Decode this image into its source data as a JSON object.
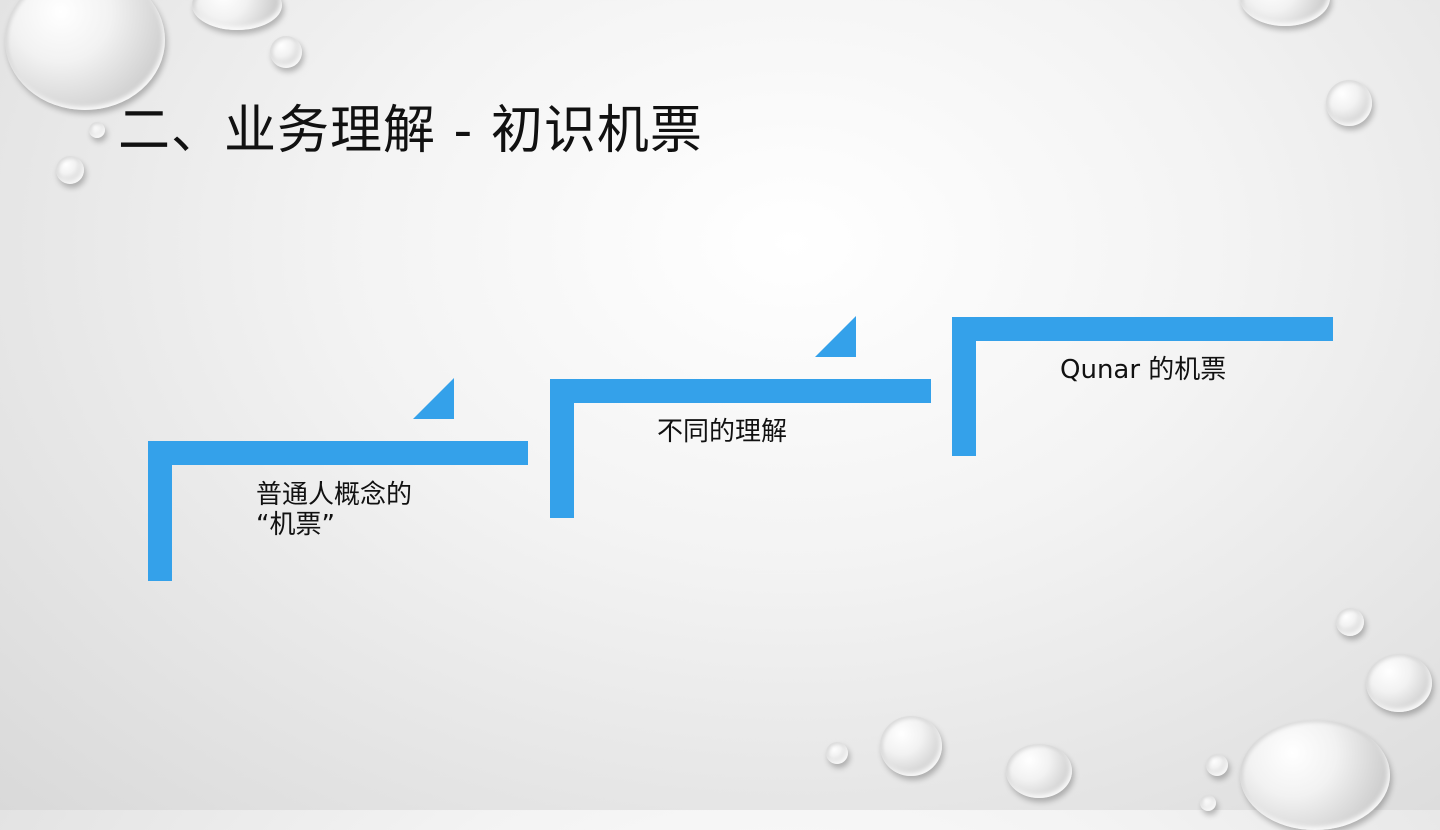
{
  "slide": {
    "title": "二、业务理解 - 初识机票",
    "accent_color": "#34a1ea",
    "steps": [
      {
        "label_line1": "普通人概念的",
        "label_line2": "“机票”"
      },
      {
        "label_line1": "不同的理解"
      },
      {
        "label_line1": "Qunar 的机票"
      }
    ]
  }
}
